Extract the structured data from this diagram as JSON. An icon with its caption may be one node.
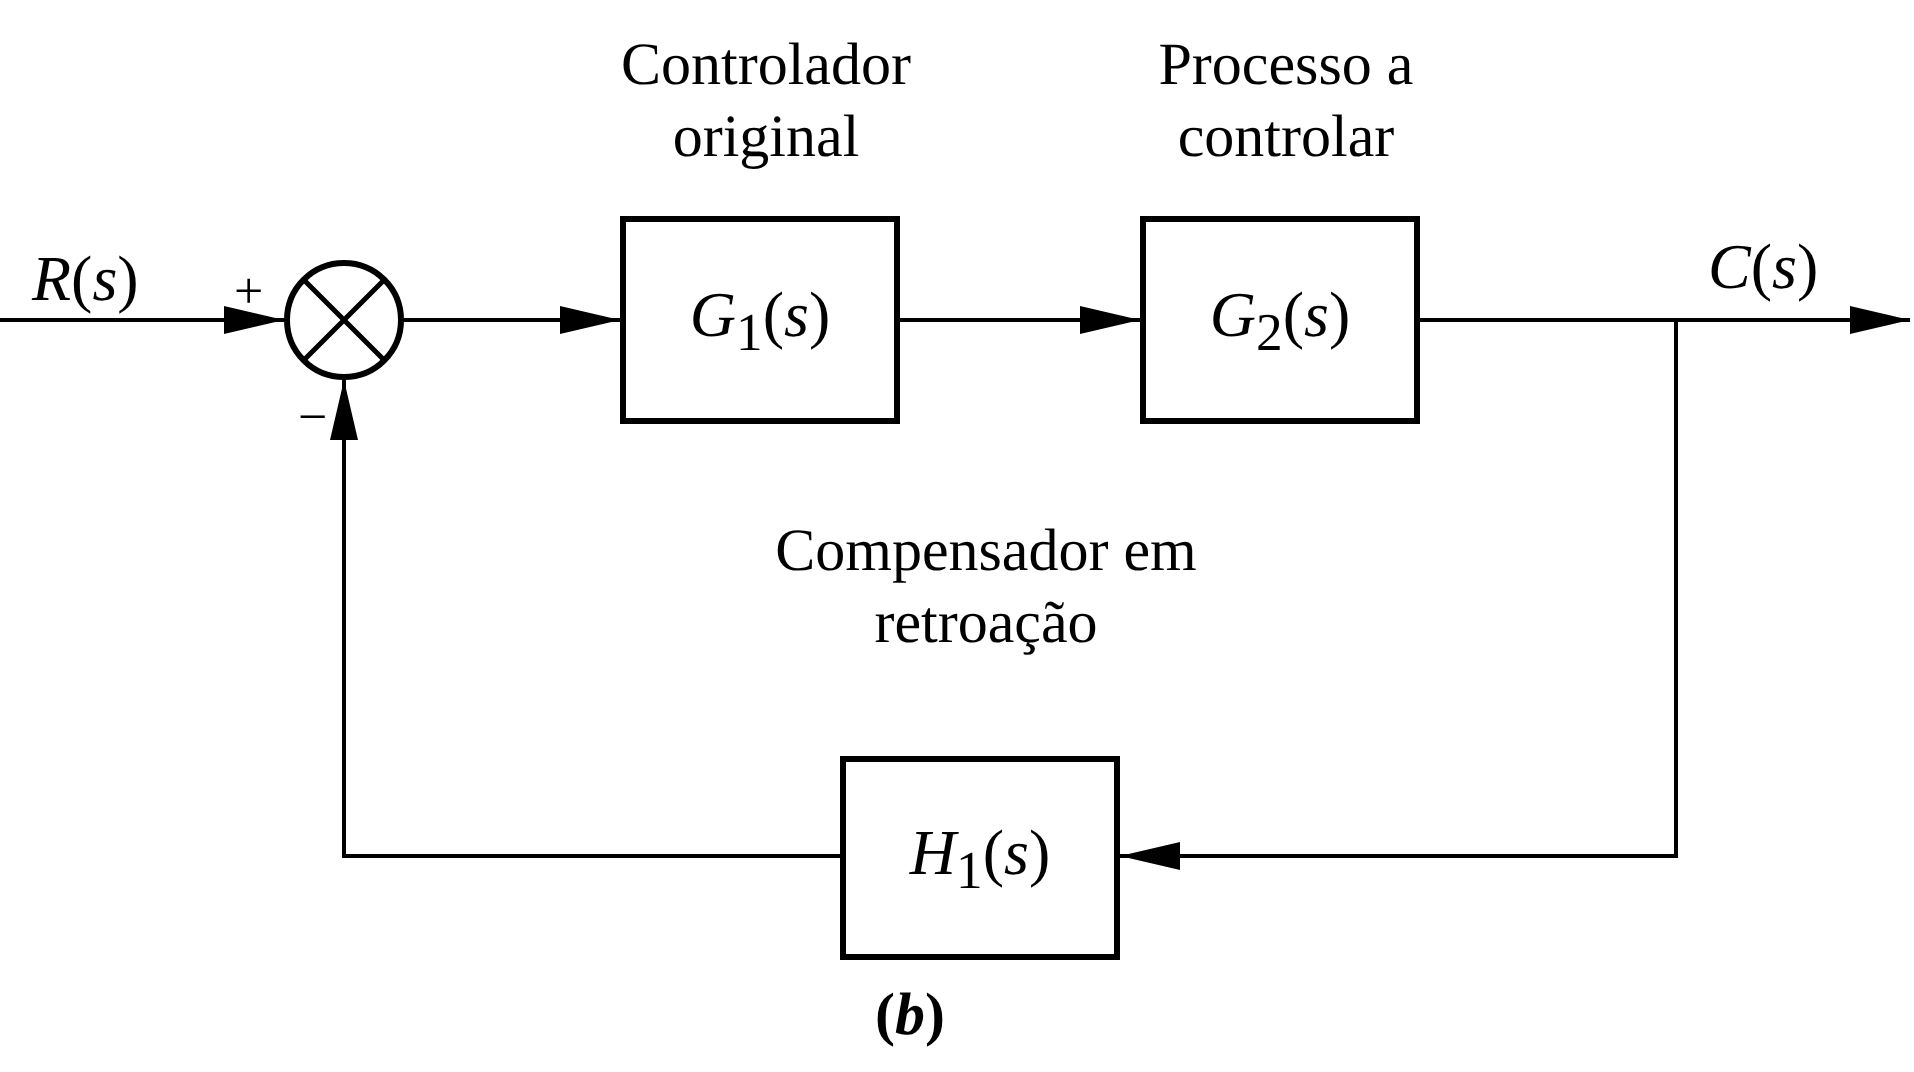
{
  "diagram": {
    "caption": "(*b*)",
    "nodes": [
      {
        "text": [],
        "shape": "circle",
        "beside": [
          "+",
          "−"
        ]
      },
      {
        "text": [
          "Controlador original",
          "*G*$_{1}$(*s*)"
        ]
      },
      {
        "text": [
          "Processo a controlar",
          "*G*$_{2}$(*s*)"
        ]
      },
      {
        "text": [
          "Compensador em retroação",
          "*H*$_{1}$(*s*)"
        ]
      }
    ],
    "edges": [
      {
        "from": null,
        "to": 0,
        "arrow": "to",
        "label": "*R*(*s*)"
      },
      {
        "from": 0,
        "to": 1,
        "arrow": "to"
      },
      {
        "from": 1,
        "to": 2,
        "arrow": "to"
      },
      {
        "from": 2,
        "to": null,
        "arrow": "to",
        "label": "*C*(*s*)"
      },
      {
        "from": 2,
        "to": 3,
        "arrow": "to"
      },
      {
        "from": 3,
        "to": 0,
        "arrow": "to"
      }
    ]
  }
}
